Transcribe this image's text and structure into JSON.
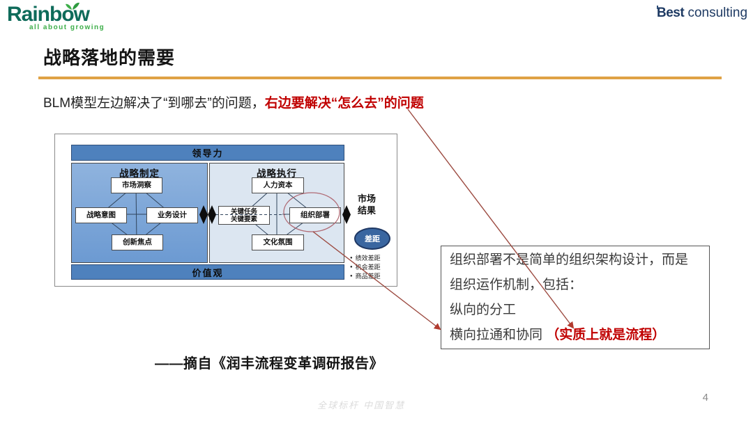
{
  "brand": {
    "rainbow": {
      "name": "Rainbow",
      "tagline": "all about growing"
    },
    "best": {
      "bold": "Best",
      "rest": " consulting"
    }
  },
  "title": "战略落地的需要",
  "intro": {
    "black": "BLM模型左边解决了“到哪去”的问题，",
    "red": "右边要解决“怎么去”的问题"
  },
  "diagram": {
    "leadership": "领导力",
    "values": "价值观",
    "left_panel": {
      "title": "战略制定",
      "node_top": "市场洞察",
      "node_left": "战略意图",
      "node_right": "业务设计",
      "node_bottom": "创新焦点"
    },
    "right_panel": {
      "title": "战略执行",
      "node_top": "人力资本",
      "node_left_line1": "关键任务",
      "node_left_line2": "关键要素",
      "node_right": "组织部署",
      "node_bottom": "文化氛围"
    },
    "market_result_line1": "市场",
    "market_result_line2": "结果",
    "gap": "差距",
    "gap_bullets": [
      "绩效差距",
      "机会差距",
      "商品差距"
    ]
  },
  "annotation": {
    "line1": "组织部署不是简单的组织架构设计，而是",
    "line2": "组织运作机制，包括：",
    "line3": "纵向的分工",
    "line4_black": "横向拉通和协同 ",
    "line4_red": "（实质上就是流程）"
  },
  "citation": "——摘自《润丰流程变革调研报告》",
  "footer": {
    "watermark": "全球标杆 中国智慧",
    "page": "4"
  },
  "colors": {
    "accent_orange": "#DFA245",
    "emphasis_red": "#C00000",
    "bar_blue": "#4E81BD",
    "panel_left_blue": "#7AA3D6",
    "panel_right_blue": "#DCE6F1",
    "gap_ellipse_blue": "#3A66A0",
    "arrow_red": "#9C4A40"
  }
}
